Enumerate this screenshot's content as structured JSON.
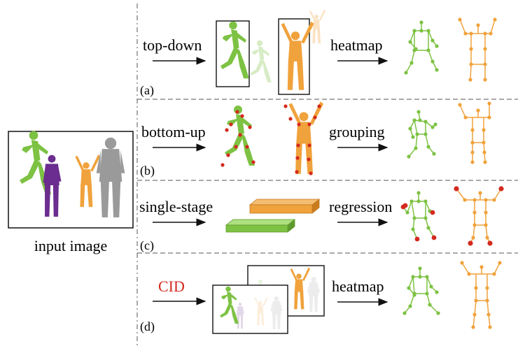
{
  "input": {
    "caption": "input image"
  },
  "rows": [
    {
      "tag": "(a)",
      "method": "top-down",
      "step": "heatmap"
    },
    {
      "tag": "(b)",
      "method": "bottom-up",
      "step": "grouping"
    },
    {
      "tag": "(c)",
      "method": "single-stage",
      "step": "regression"
    },
    {
      "tag": "(d)",
      "method": "CID",
      "step": "heatmap"
    }
  ],
  "colors": {
    "green": "#7dc243",
    "orange": "#f0a23c",
    "purple": "#6b2d8f",
    "gray": "#9a9a9a",
    "keypoint_red": "#d42a1e",
    "cid_red": "#d42a1e",
    "separator": "#555555"
  }
}
